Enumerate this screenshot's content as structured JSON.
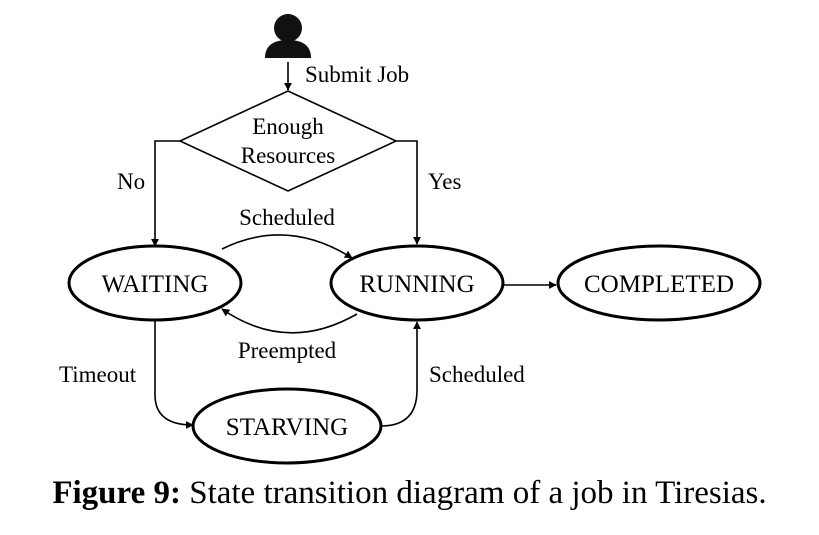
{
  "diagram": {
    "actor": "user-icon",
    "decision": {
      "line1": "Enough",
      "line2": "Resources"
    },
    "states": {
      "waiting": "WAITING",
      "running": "RUNNING",
      "completed": "COMPLETED",
      "starving": "STARVING"
    },
    "edges": {
      "submit": "Submit Job",
      "no": "No",
      "yes": "Yes",
      "scheduled_top": "Scheduled",
      "preempted": "Preempted",
      "timeout": "Timeout",
      "scheduled_bottom": "Scheduled"
    }
  },
  "caption": {
    "label": "Figure 9:",
    "text": "State transition diagram of a job in Tiresias."
  }
}
